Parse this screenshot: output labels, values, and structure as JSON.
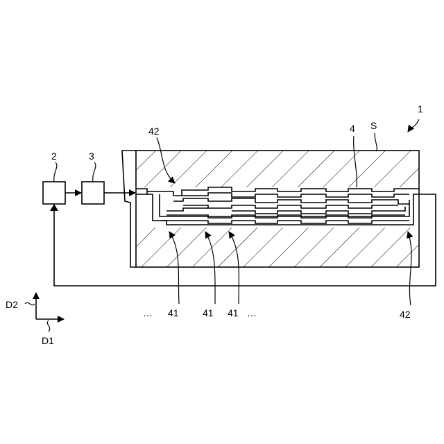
{
  "labels": {
    "device": "1",
    "box_a": "2",
    "box_b": "3",
    "channel": "4",
    "substrate": "S",
    "port_top": "42",
    "port_right": "42",
    "branch_1": "41",
    "branch_2": "41",
    "branch_3": "41",
    "dots_left": "…",
    "dots_right": "…",
    "axis_up": "D2",
    "axis_right": "D1"
  }
}
